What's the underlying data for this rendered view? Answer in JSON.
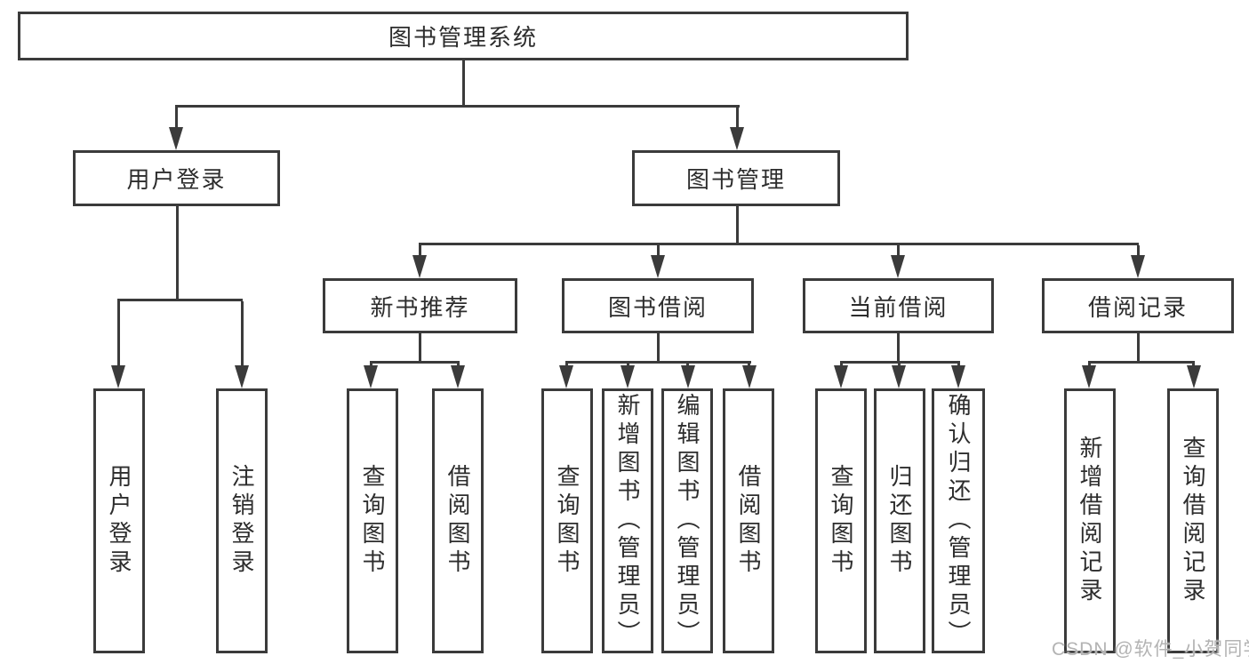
{
  "tree": {
    "root": "图书管理系统",
    "branches": [
      {
        "label": "用户登录",
        "children": [
          "用户登录",
          "注销登录"
        ]
      },
      {
        "label": "图书管理",
        "groups": [
          {
            "label": "新书推荐",
            "children": [
              "查询图书",
              "借阅图书"
            ]
          },
          {
            "label": "图书借阅",
            "children": [
              "查询图书",
              "新增图书（管理员）",
              "编辑图书（管理员）",
              "借阅图书"
            ]
          },
          {
            "label": "当前借阅",
            "children": [
              "查询图书",
              "归还图书",
              "确认归还（管理员）"
            ]
          },
          {
            "label": "借阅记录",
            "children": [
              "新增借阅记录",
              "查询借阅记录"
            ]
          }
        ]
      }
    ]
  },
  "watermark": "CSDN @软件_小贺同学",
  "colors": {
    "line": "#3b3b3b",
    "text": "#2d2d2d",
    "watermark": "#b3b3b3",
    "background": "#ffffff"
  }
}
